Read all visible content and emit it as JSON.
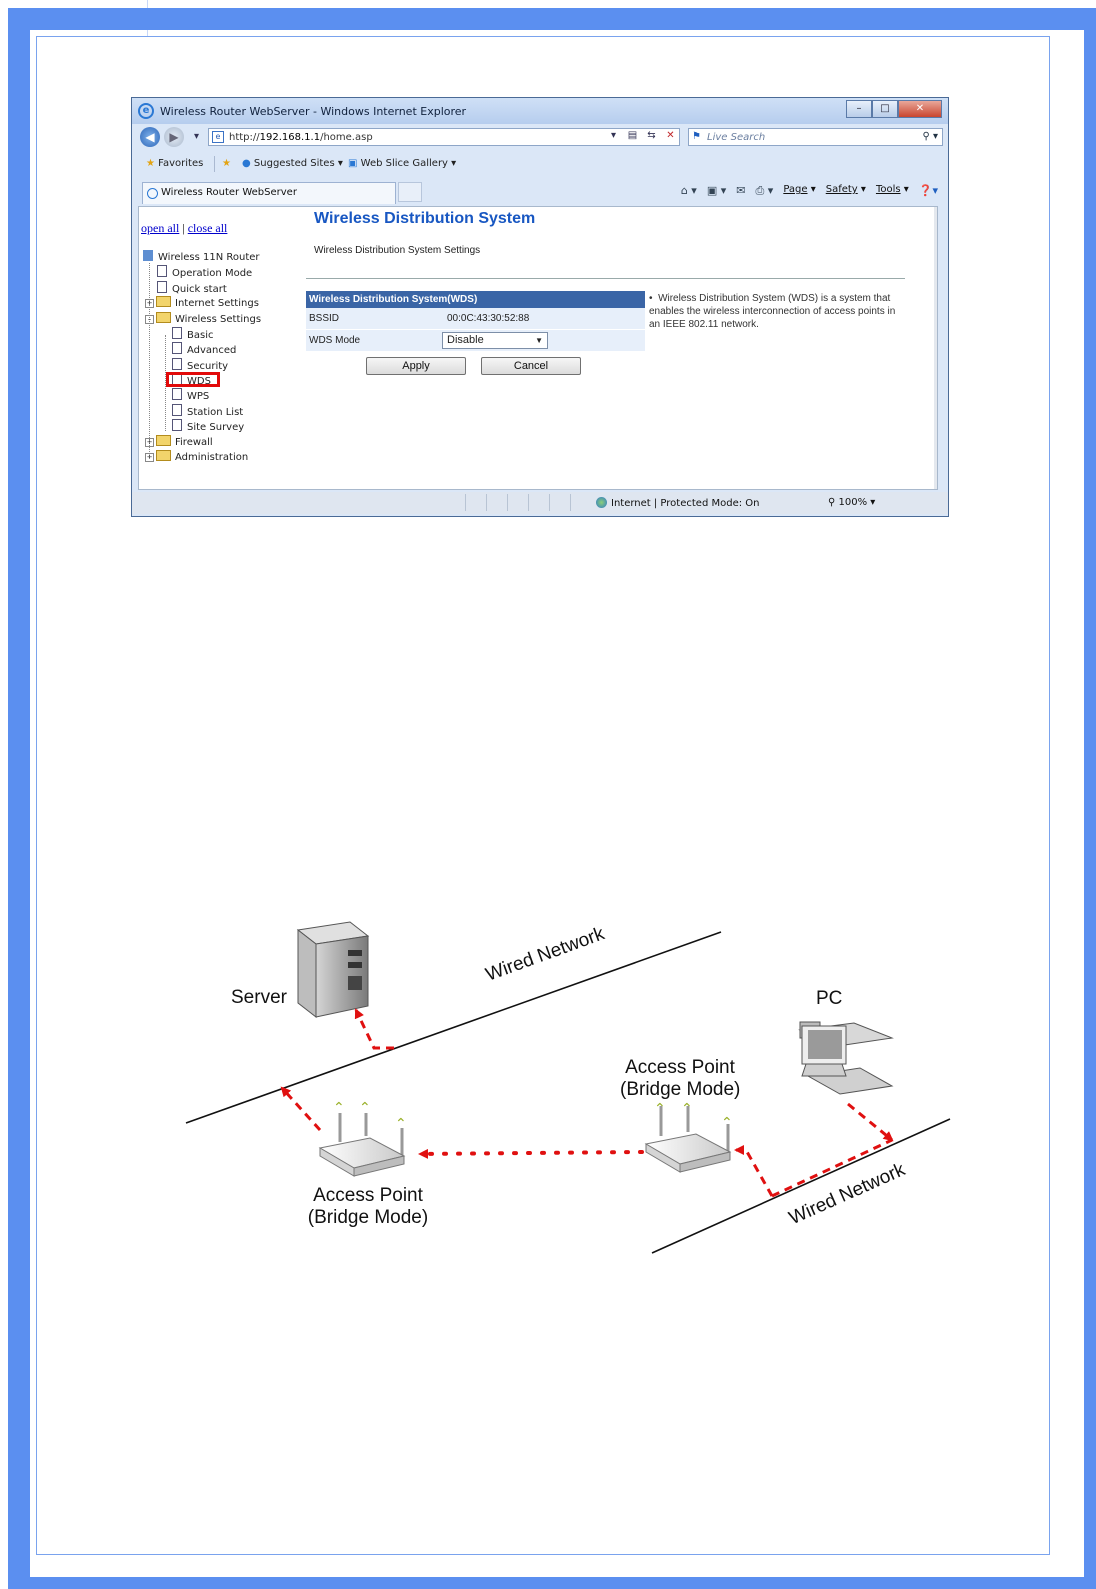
{
  "browser": {
    "window_title": "Wireless Router WebServer - Windows Internet Explorer",
    "address_prefix": "http://",
    "address_host": "192.168.1.1",
    "address_path": "/home.asp",
    "search_placeholder": "Live Search",
    "favorites": {
      "label": "Favorites",
      "suggested_sites": "Suggested Sites",
      "web_slice_gallery": "Web Slice Gallery"
    },
    "tab_title": "Wireless Router WebServer",
    "commands": {
      "page": "Page",
      "safety": "Safety",
      "tools": "Tools"
    },
    "status": {
      "zone": "Internet | Protected Mode: On",
      "zoom": "100%"
    }
  },
  "sidebar": {
    "open_all": "open all",
    "separator": "|",
    "close_all": "close all",
    "root": "Wireless 11N Router",
    "items": {
      "operation_mode": "Operation Mode",
      "quick_start": "Quick start",
      "internet_settings": "Internet Settings",
      "wireless_settings": "Wireless Settings",
      "basic": "Basic",
      "advanced": "Advanced",
      "security": "Security",
      "wds": "WDS",
      "wps": "WPS",
      "station_list": "Station List",
      "site_survey": "Site Survey",
      "firewall": "Firewall",
      "administration": "Administration"
    }
  },
  "main": {
    "title": "Wireless Distribution System",
    "subtitle": "Wireless Distribution System Settings",
    "table_header": "Wireless Distribution System(WDS)",
    "bssid_label": "BSSID",
    "bssid_value": "00:0C:43:30:52:88",
    "mode_label": "WDS Mode",
    "mode_value": "Disable",
    "apply": "Apply",
    "cancel": "Cancel",
    "help_text": "Wireless Distribution System (WDS) is a system that enables the wireless interconnection of access points in an IEEE 802.11 network."
  },
  "diagram": {
    "server": "Server",
    "pc": "PC",
    "wired_network_top": "Wired Network",
    "wired_network_bottom": "Wired Network",
    "ap_right_line1": "Access Point",
    "ap_right_line2": "(Bridge Mode)",
    "ap_left_line1": "Access Point",
    "ap_left_line2": "(Bridge Mode)"
  },
  "colors": {
    "frame": "#5b8ff0",
    "title_blue": "#1857c2",
    "table_header": "#3a65a6",
    "highlight": "#e20a0a",
    "arrow": "#e01010"
  }
}
